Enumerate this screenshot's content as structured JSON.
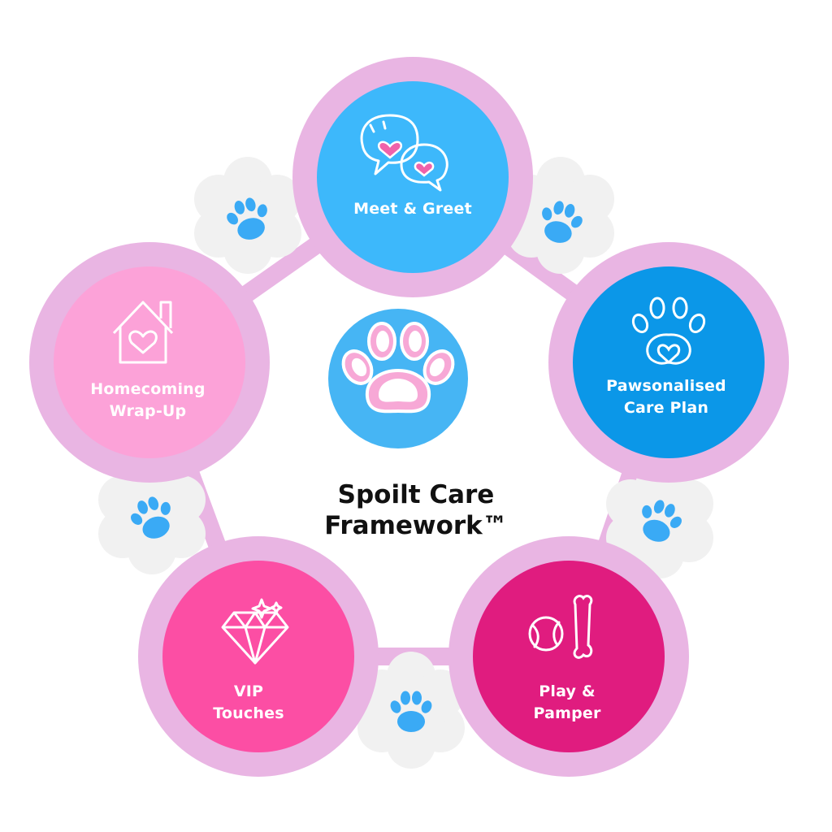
{
  "title": {
    "line1": "Spoilt Care",
    "line2": "Framework™"
  },
  "nodes": [
    {
      "key": "meet",
      "icon": "speech-bubbles-heart-icon",
      "lines": [
        "Meet & Greet"
      ],
      "color": "#3db8fb"
    },
    {
      "key": "plan",
      "icon": "paw-heart-icon",
      "lines": [
        "Pawsonalised",
        "Care Plan"
      ],
      "color": "#0b97e8"
    },
    {
      "key": "play",
      "icon": "ball-and-bone-icon",
      "lines": [
        "Play &",
        "Pamper"
      ],
      "color": "#e01c7f"
    },
    {
      "key": "vip",
      "icon": "sparkling-diamond-icon",
      "lines": [
        "VIP",
        "Touches"
      ],
      "color": "#fc4ea4"
    },
    {
      "key": "home",
      "icon": "house-heart-icon",
      "lines": [
        "Homecoming",
        "Wrap-Up"
      ],
      "color": "#fca2d8"
    }
  ],
  "colors": {
    "ring": "#e9b5e3",
    "center_circle": "#46b5f4",
    "paw_blue": "#3aaaf5",
    "paw_pink": "#f7a8d6",
    "bubble_heart": "#f062aa",
    "title_text": "#111111",
    "label_text": "#ffffff"
  }
}
